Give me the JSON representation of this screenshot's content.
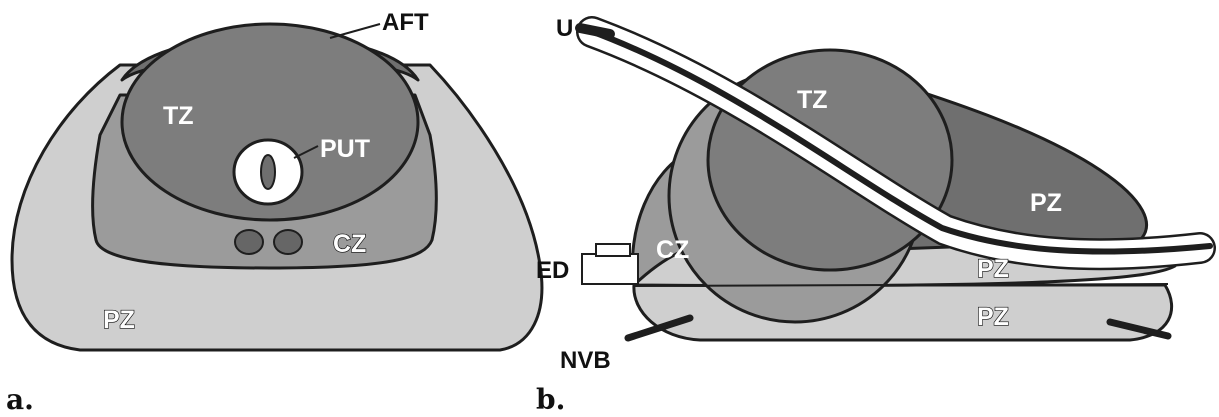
{
  "panel_a": {
    "panel_label": "a.",
    "labels": {
      "aft": "AFT",
      "tz": "TZ",
      "put": "PUT",
      "cz": "CZ",
      "pz": "PZ"
    }
  },
  "panel_b": {
    "panel_label": "b.",
    "labels": {
      "u": "U",
      "tz": "TZ",
      "pz_upper": "PZ",
      "cz": "CZ",
      "ed": "ED",
      "pz_mid": "PZ",
      "pz_lower": "PZ",
      "nvb": "NVB"
    }
  },
  "colors": {
    "pz_light": "#cfcfcf",
    "cz_mid": "#9b9b9b",
    "tz_dark": "#7d7d7d",
    "pz_dark": "#6f6f6f",
    "outline": "#1e1e1e"
  }
}
